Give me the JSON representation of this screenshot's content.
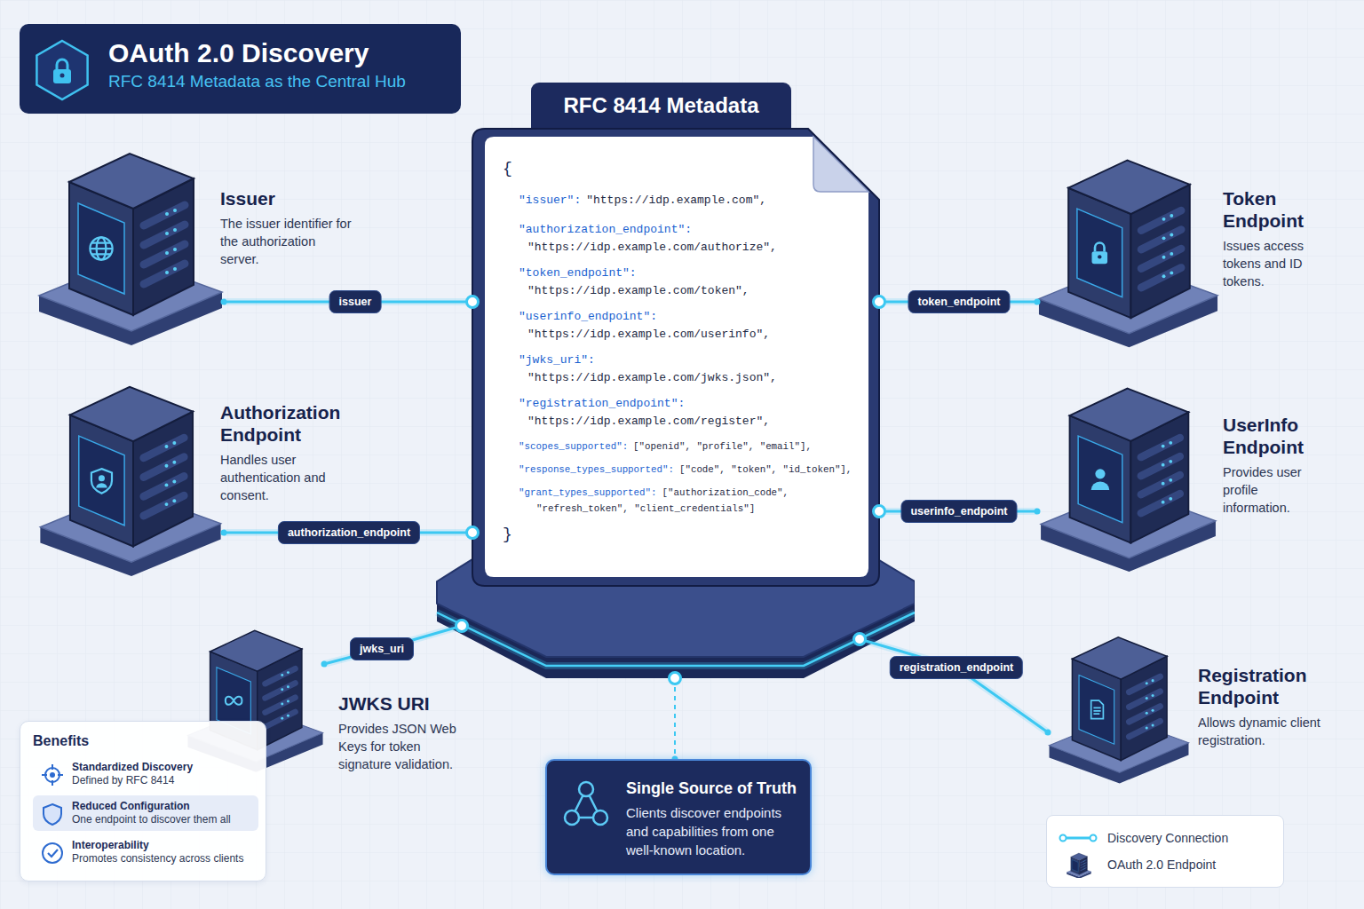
{
  "diagram": {
    "title": "OAuth 2.0 Discovery",
    "nodes": [
      {
        "text": [
          "Issuer",
          "The issuer identifier for the authorization server."
        ]
      },
      {
        "text": [
          "RFC 8414 Metadata",
          "{",
          "\"issuer\":",
          "\"https://idp.example.com\",",
          "\"authorization_endpoint\":",
          "\"https://idp.example.com/authorize\",",
          "\"token_endpoint\":",
          "\"https://idp.example.com/token\",",
          "\"userinfo_endpoint\":",
          "\"https://idp.example.com/userinfo\",",
          "\"jwks_uri\":",
          "\"https://idp.example.com/jwks.json\",",
          "\"registration_endpoint\":",
          "\"https://idp.example.com/register\",",
          "\"scopes_supported\":",
          "[\"openid\", \"profile\", \"email\"],",
          "\"response_types_supported\":",
          "[\"code\", \"token\", \"id_token\"],",
          "\"grant_types_supported\":",
          "[\"authorization_code\", \"refresh_token\", \"client_credentials\"]",
          "}"
        ]
      },
      {
        "text": [
          "Token Endpoint",
          "Issues access tokens and ID tokens."
        ]
      },
      {
        "text": [
          "Authorization Endpoint",
          "Handles user authentication and consent."
        ]
      },
      {
        "text": [
          "UserInfo Endpoint",
          "Provides user profile information."
        ]
      },
      {
        "text": [
          "JWKS URI",
          "Provides JSON Web Keys for token signature validation."
        ]
      },
      {
        "text": [
          "Registration Endpoint",
          "Allows dynamic client registration."
        ]
      },
      {
        "text": [
          "Benefits"
        ]
      },
      {
        "text": [
          "Standardized Discovery",
          "Defined by RFC 8414"
        ],
        "in": 7
      },
      {
        "text": [
          "Reduced Configuration",
          "One endpoint to discover them all"
        ],
        "in": 7
      },
      {
        "text": [
          "Interoperability",
          "Promotes consistency across clients"
        ],
        "in": 7
      },
      {
        "text": [
          "Single Source of Truth",
          "Clients discover endpoints and capabilities from one well-known location."
        ]
      }
    ],
    "edges": [
      {
        "from": 1,
        "to": 0,
        "arrow": "none",
        "label": "issuer"
      },
      {
        "from": 1,
        "to": 2,
        "arrow": "none",
        "label": "token_endpoint"
      },
      {
        "from": 1,
        "to": 3,
        "arrow": "none",
        "label": "authorization_endpoint"
      },
      {
        "from": 1,
        "to": 4,
        "arrow": "none",
        "label": "userinfo_endpoint"
      },
      {
        "from": 1,
        "to": 5,
        "arrow": "none",
        "label": "jwks_uri"
      },
      {
        "from": 1,
        "to": 6,
        "arrow": "none",
        "label": "registration_endpoint"
      },
      {
        "from": 1,
        "to": 11,
        "arrow": "none"
      }
    ],
    "labels": [
      "RFC 8414 Metadata as the Central Hub"
    ],
    "legend": [
      {
        "text": "Discovery Connection"
      },
      {
        "text": "OAuth 2.0 Endpoint"
      }
    ]
  }
}
